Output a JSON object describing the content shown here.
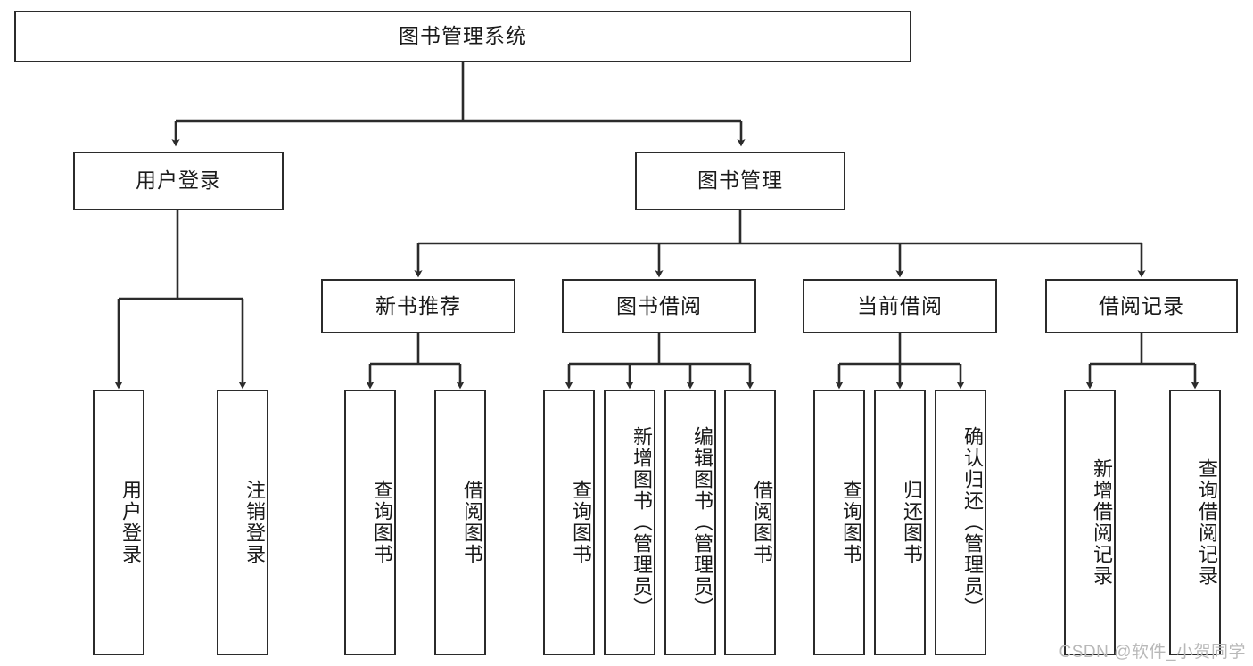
{
  "diagram": {
    "title": "图书管理系统",
    "type": "functional-structure-tree",
    "watermark": "CSDN @软件_小贺同学",
    "colors": {
      "border": "#2b2b2b",
      "background": "#ffffff",
      "text": "#1a1a1a",
      "watermark": "#b8b8b8"
    }
  },
  "root": {
    "label": "图书管理系统"
  },
  "level2": [
    {
      "label": "用户登录"
    },
    {
      "label": "图书管理"
    }
  ],
  "level3": [
    {
      "label": "新书推荐"
    },
    {
      "label": "图书借阅"
    },
    {
      "label": "当前借阅"
    },
    {
      "label": "借阅记录"
    }
  ],
  "leaves": {
    "user_login": [
      {
        "label": "用户登录"
      },
      {
        "label": "注销登录"
      }
    ],
    "new_book_recommend": [
      {
        "label": "查询图书"
      },
      {
        "label": "借阅图书"
      }
    ],
    "book_borrow": [
      {
        "label": "查询图书"
      },
      {
        "label": "新增图书（管理员）"
      },
      {
        "label": "编辑图书（管理员）"
      },
      {
        "label": "借阅图书"
      }
    ],
    "current_borrow": [
      {
        "label": "查询图书"
      },
      {
        "label": "归还图书"
      },
      {
        "label": "确认归还（管理员）"
      }
    ],
    "borrow_record": [
      {
        "label": "新增借阅记录"
      },
      {
        "label": "查询借阅记录"
      }
    ]
  }
}
